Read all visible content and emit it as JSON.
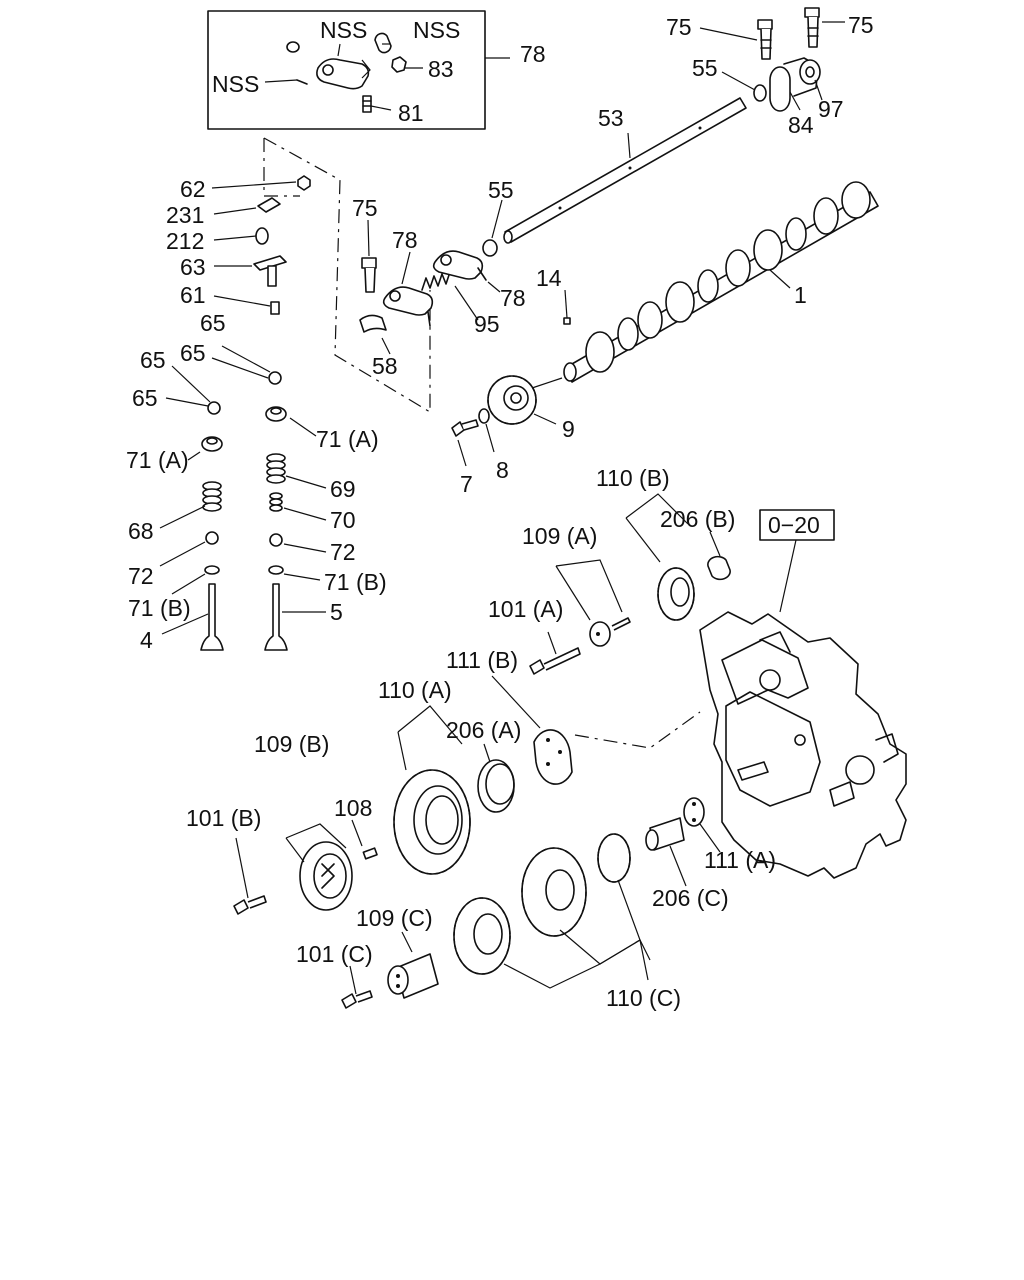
{
  "diagram": {
    "labels": {
      "nss_1": "NSS",
      "nss_2": "NSS",
      "nss_3": "NSS",
      "p78_a": "78",
      "p83": "83",
      "p81": "81",
      "p75_a": "75",
      "p75_b": "75",
      "p55_a": "55",
      "p84": "84",
      "p97": "97",
      "p53": "53",
      "p55_b": "55",
      "p62": "62",
      "p231": "231",
      "p212": "212",
      "p63": "63",
      "p61": "61",
      "p75_c": "75",
      "p78_b": "78",
      "p78_c": "78",
      "p95": "95",
      "p14": "14",
      "p1": "1",
      "p58": "58",
      "p65_a": "65",
      "p65_b": "65",
      "p65_c": "65",
      "p65_d": "65",
      "p71a_a": "71 (A)",
      "p71a_b": "71 (A)",
      "p9": "9",
      "p8": "8",
      "p7": "7",
      "p69": "69",
      "p68": "68",
      "p70": "70",
      "p72_a": "72",
      "p72_b": "72",
      "p71b_a": "71 (B)",
      "p71b_b": "71 (B)",
      "p5": "5",
      "p4": "4",
      "p110b": "110 (B)",
      "p206b": "206 (B)",
      "ref_020": "0−20",
      "p109a": "109 (A)",
      "p101a": "101 (A)",
      "p111b": "111 (B)",
      "p110a": "110 (A)",
      "p206a": "206 (A)",
      "p109b": "109 (B)",
      "p108": "108",
      "p101b": "101 (B)",
      "p111a": "111 (A)",
      "p206c": "206 (C)",
      "p109c": "109 (C)",
      "p101c": "101 (C)",
      "p110c": "110 (C)"
    }
  }
}
